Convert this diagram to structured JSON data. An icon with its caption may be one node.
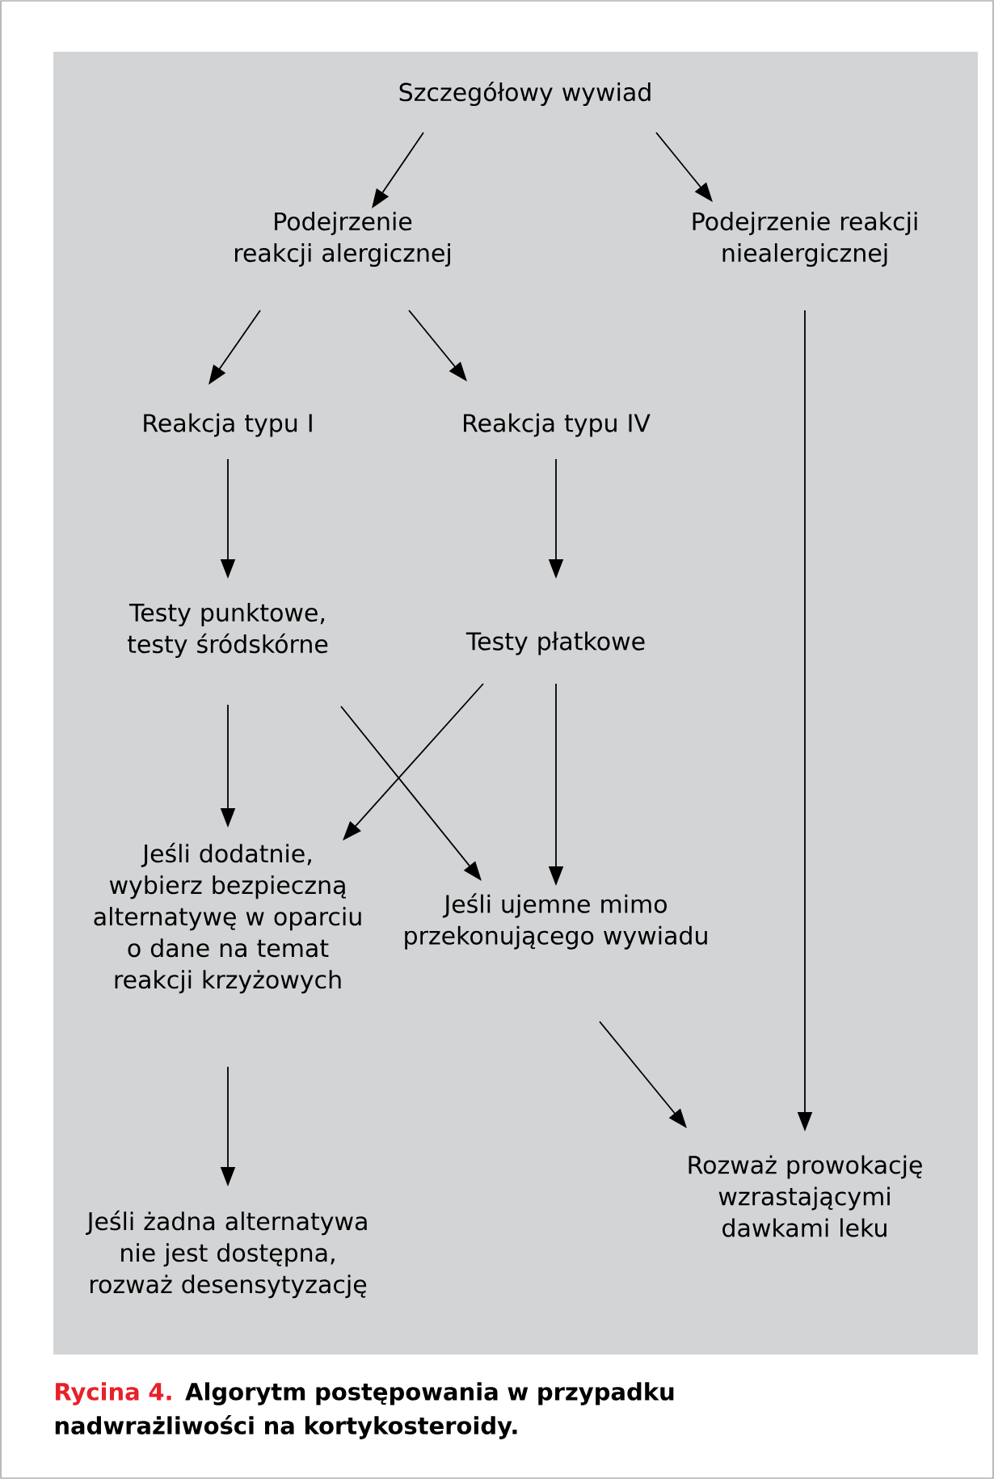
{
  "diagram": {
    "caption": "Algorytm postępowania w przypadku nadwrażliwości na kortykosteroidy.",
    "nodes": [
      {
        "text": [
          "Szczegółowy wywiad"
        ]
      },
      {
        "text": [
          "Podejrzenie reakcji alergicznej"
        ]
      },
      {
        "text": [
          "Podejrzenie reakcji niealergicznej"
        ]
      },
      {
        "text": [
          "Reakcja typu I"
        ]
      },
      {
        "text": [
          "Reakcja typu IV"
        ]
      },
      {
        "text": [
          "Testy punktowe, testy śródskórne"
        ]
      },
      {
        "text": [
          "Testy płatkowe"
        ]
      },
      {
        "text": [
          "Jeśli dodatnie, wybierz bezpieczną alternatywę w oparciu o dane na temat reakcji krzyżowych"
        ]
      },
      {
        "text": [
          "Jeśli ujemne mimo przekonującego wywiadu"
        ]
      },
      {
        "text": [
          "Jeśli żadna alternatywa nie jest dostępna, rozważ desensytyzację"
        ]
      },
      {
        "text": [
          "Rozważ prowokację wzrastającymi dawkami leku"
        ]
      }
    ],
    "edges": [
      {
        "from": 0,
        "to": 1,
        "arrow": "to"
      },
      {
        "from": 0,
        "to": 2,
        "arrow": "to"
      },
      {
        "from": 1,
        "to": 3,
        "arrow": "to"
      },
      {
        "from": 1,
        "to": 4,
        "arrow": "to"
      },
      {
        "from": 3,
        "to": 5,
        "arrow": "to"
      },
      {
        "from": 4,
        "to": 6,
        "arrow": "to"
      },
      {
        "from": 5,
        "to": 7,
        "arrow": "to"
      },
      {
        "from": 5,
        "to": 8,
        "arrow": "to"
      },
      {
        "from": 6,
        "to": 7,
        "arrow": "to"
      },
      {
        "from": 6,
        "to": 8,
        "arrow": "to"
      },
      {
        "from": 7,
        "to": 9,
        "arrow": "to"
      },
      {
        "from": 8,
        "to": 10,
        "arrow": "to"
      },
      {
        "from": 2,
        "to": 10,
        "arrow": "to"
      }
    ],
    "labels": [
      "Rycina 4."
    ]
  }
}
